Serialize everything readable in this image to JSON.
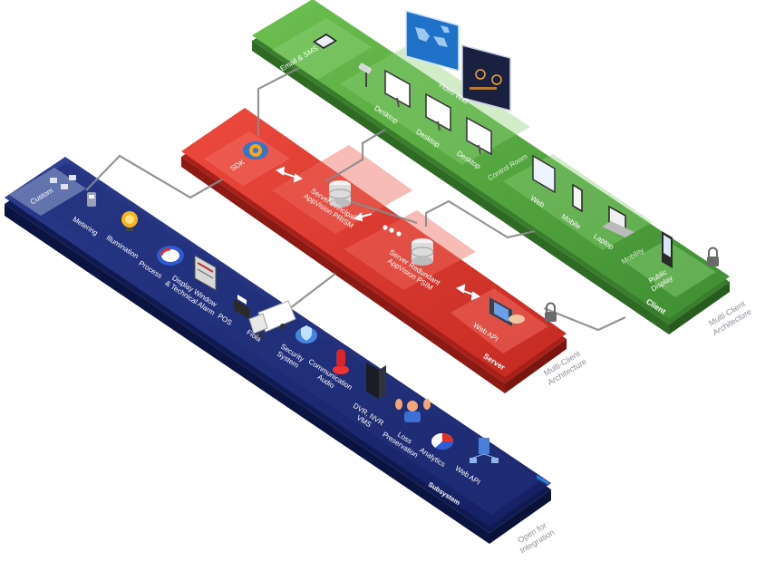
{
  "diagram": {
    "client_layer": {
      "name": "Client",
      "groups": {
        "video_wall": "Video Wall",
        "control_room": "Control Room",
        "mobility": "Mobility"
      },
      "items": {
        "email_sms": "Email & SMS",
        "desktop_1": "Desktop",
        "desktop_2": "Desktop",
        "desktop_3": "Desktop",
        "web": "Web",
        "mobile": "Mobile",
        "laptop": "Laptop",
        "public_display": "Public\nDisplay"
      },
      "color": "#4e9a3c"
    },
    "server_layer": {
      "name": "Server",
      "items": {
        "sdk": "SDK",
        "server_principal": "Server Principal\nAppVision PRISM",
        "server_redundant": "Server Redundant\nAppVision PSIM",
        "web_api": "Web API"
      },
      "color": "#d9352c"
    },
    "subsystem_layer": {
      "name": "Subsystem",
      "items": {
        "custom": "Custom",
        "metering": "Metering",
        "illumination": "Illumination",
        "process": "Process",
        "display_window": "Display Window\n& Technical Alarm",
        "pos": "POS",
        "fiola": "Fiola",
        "security_system": "Security\nSystem",
        "communication_audio": "Communication\nAudio",
        "dvr_nvr_vms": "DVR, NVR\nVMS",
        "loss_preservation": "Loss\nPreservation",
        "analytics": "Analytics",
        "web_api": "Web API"
      },
      "color": "#1e2a6e"
    },
    "annotations": {
      "multi_client_1": "Multi-Client\nArchitecture",
      "multi_client_2": "Multi-Client\nArchitecture",
      "open_for_integration": "Open for\nIntegration"
    },
    "icons": [
      "tablet-icon",
      "camera-icon",
      "monitor-icon",
      "phone-icon",
      "laptop-icon",
      "kiosk-icon",
      "lock-icon",
      "gear-icon",
      "database-icon",
      "hand-laptop-icon",
      "bulb-icon",
      "meter-icon",
      "dial-icon",
      "rack-icon",
      "printer-icon",
      "truck-icon",
      "shield-icon",
      "siren-icon",
      "server-tower-icon",
      "hands-icon",
      "pie-icon",
      "network-icon",
      "world-map-icon",
      "dashboard-icon"
    ]
  }
}
